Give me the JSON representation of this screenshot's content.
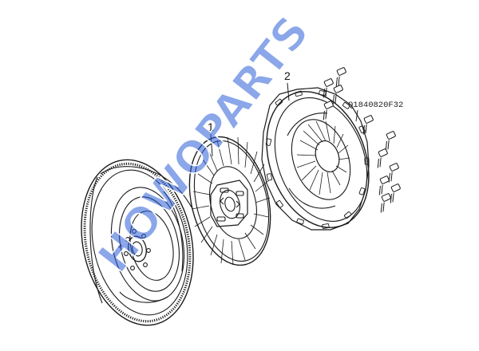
{
  "callouts": {
    "flywheel_disc_label": "1",
    "pressure_plate_label": "2",
    "part_number": "Q1840820F32"
  },
  "watermark": {
    "text": "HOWOPARTS",
    "color": "#2b5fd9"
  },
  "colors": {
    "line": "#1a1a1a",
    "background": "#ffffff"
  }
}
